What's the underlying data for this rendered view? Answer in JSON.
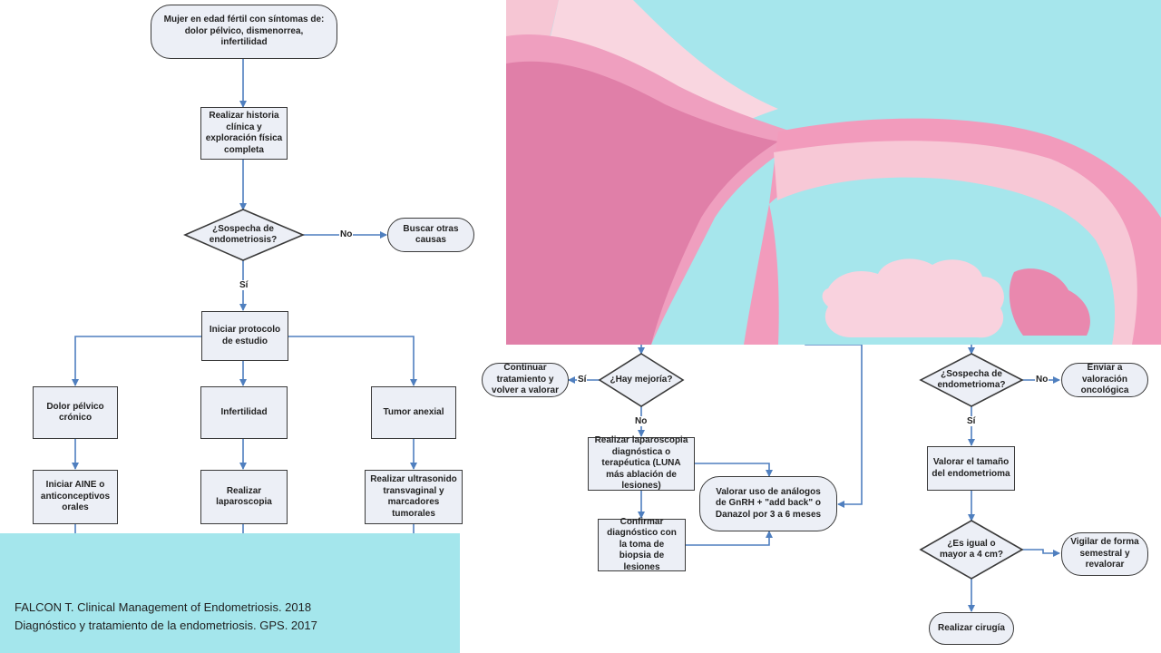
{
  "flowchart": {
    "start": "Mujer en edad fértil con síntomas de: dolor pélvico, dismenorrea, infertilidad",
    "history": "Realizar historia clínica y exploración física completa",
    "suspect_endo": "¿Sospecha de endometriosis?",
    "other_causes": "Buscar otras causas",
    "no_1": "No",
    "si_1": "Sí",
    "protocol": "Iniciar protocolo de estudio",
    "pelvic_pain": "Dolor pélvico crónico",
    "infertility": "Infertilidad",
    "adnexal_tumor": "Tumor anexial",
    "aine": "Iniciar AINE o anticonceptivos orales",
    "laparoscopy": "Realizar laparoscopia",
    "ultrasound": "Realizar ultrasonido transvaginal y marcadores tumorales",
    "continue_tx": "Continuar tratamiento y volver a valorar",
    "si_2": "Sí",
    "improvement": "¿Hay mejoría?",
    "no_2": "No",
    "lap_dx": "Realizar laparoscopia diagnóstica o terapéutica (LUNA más ablación de lesiones)",
    "gnrh": "Valorar uso de análogos de GnRH + \"add back\" o Danazol por 3 a 6 meses",
    "biopsy": "Confirmar diagnóstico con la toma de biopsia de lesiones",
    "suspect_endometrioma": "¿Sospecha de endometrioma?",
    "no_3": "No",
    "oncology": "Enviar a valoración oncológica",
    "si_3": "Sí",
    "size": "Valorar el tamaño del endometrioma",
    "ge4": "¿Es igual o mayor a 4 cm?",
    "monitor": "Vigilar de forma semestral y revalorar",
    "surgery": "Realizar cirugía"
  },
  "references": {
    "line1": "FALCON T. Clinical Management of Endometriosis. 2018",
    "line2": "Diagnóstico y tratamiento de la endometriosis. GPS. 2017"
  },
  "colors": {
    "connector": "#4f7fbf",
    "node_fill": "#eceff6",
    "panel_bg": "#a4e6ec",
    "illustration_bg": "#a6e6ec",
    "uterus": "#e585ae"
  }
}
